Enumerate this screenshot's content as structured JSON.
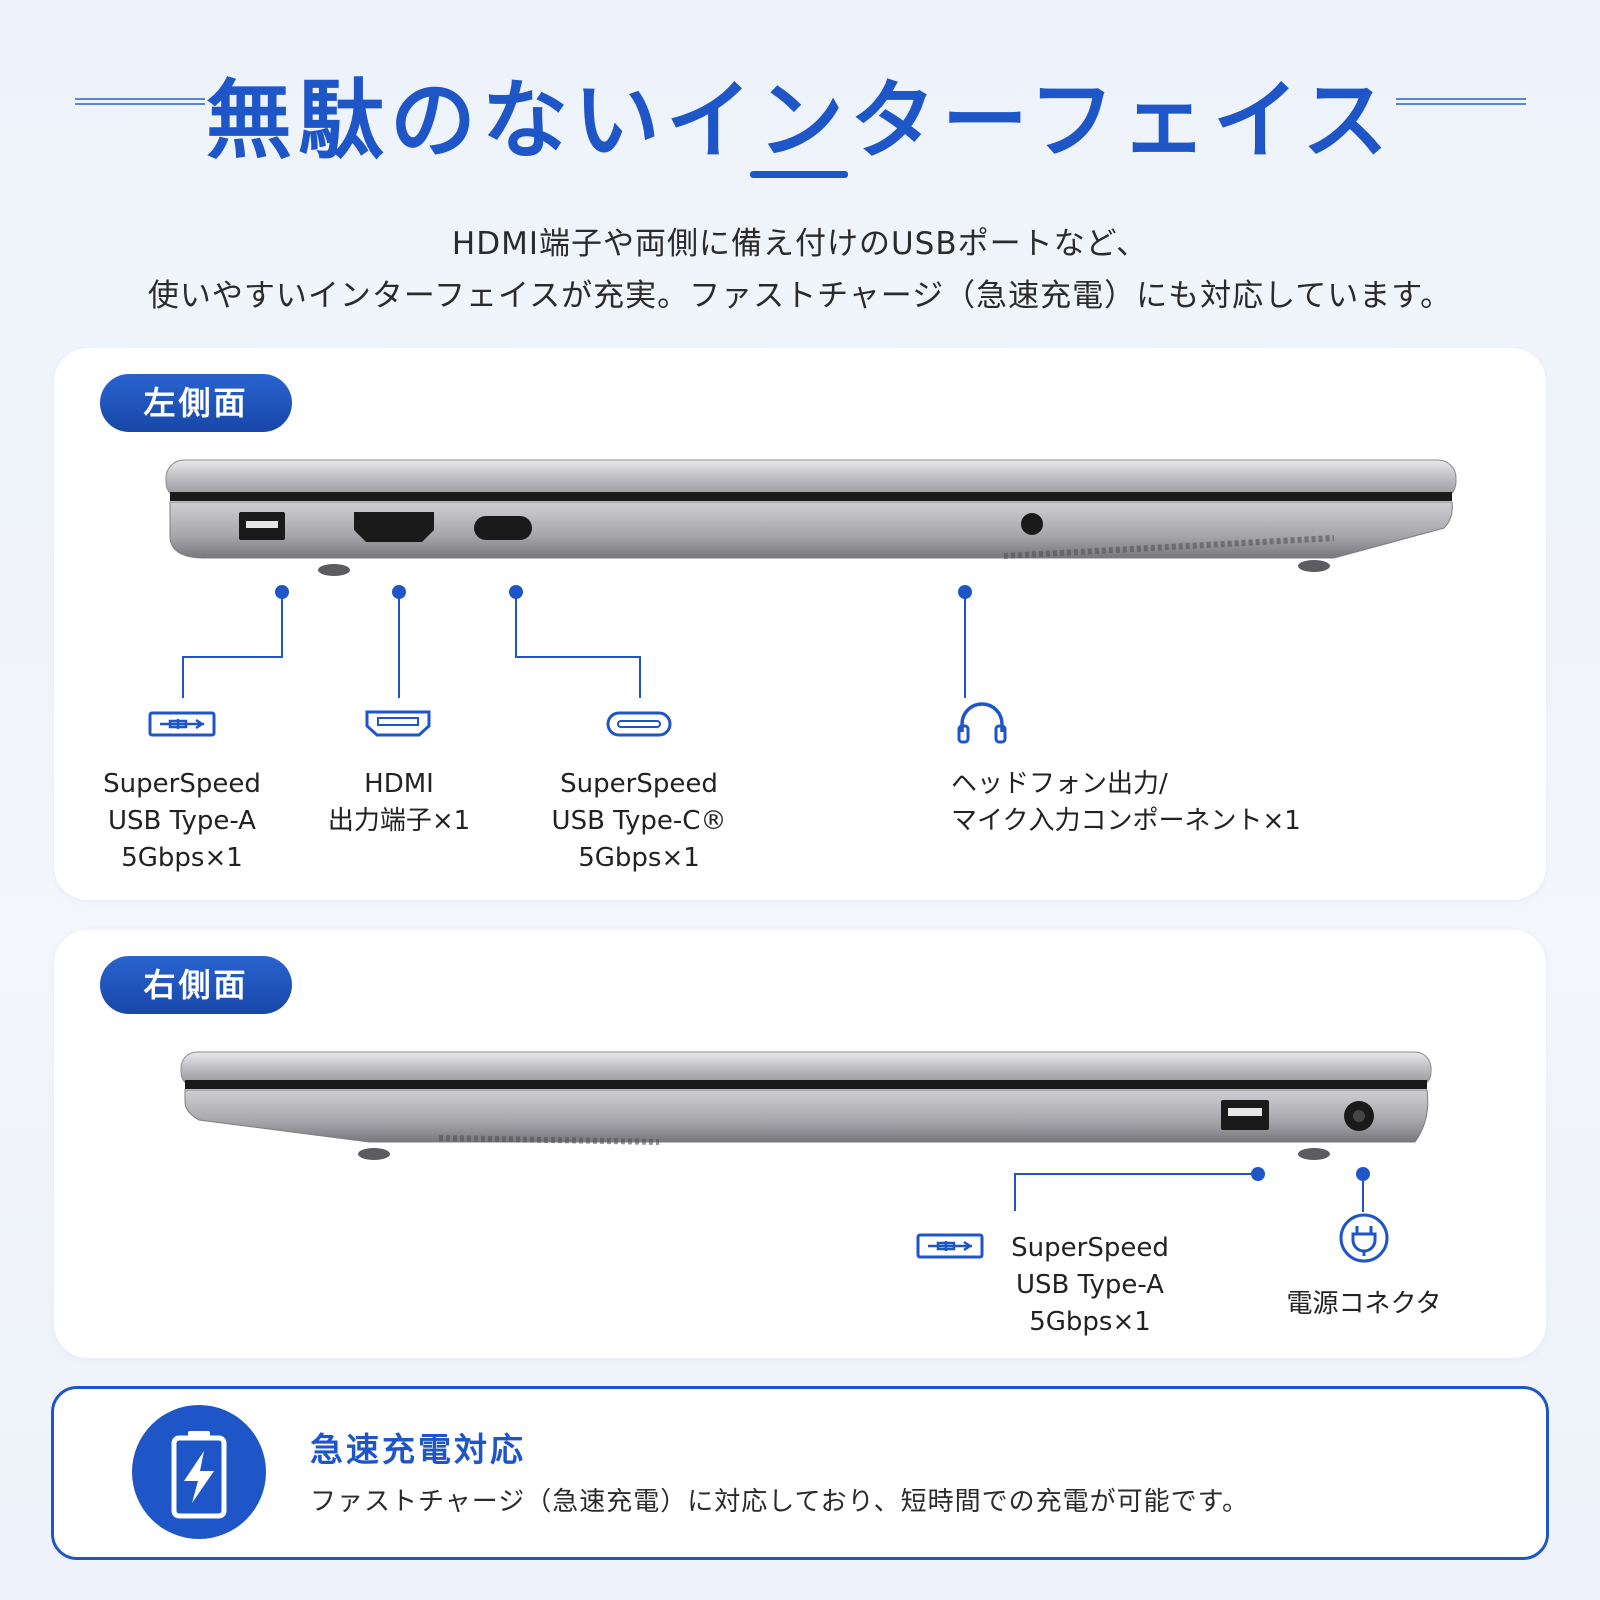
{
  "header": {
    "title": "無駄のないインターフェイス",
    "lead_line1": "HDMI端子や両側に備え付けのUSBポートなど、",
    "lead_line2": "使いやすいインターフェイスが充実。ファストチャージ（急速充電）にも対応しています。"
  },
  "left_side": {
    "label": "左側面",
    "ports": [
      {
        "icon": "usb-type-a-icon",
        "label": "SuperSpeed\nUSB Type-A\n5Gbps×1"
      },
      {
        "icon": "hdmi-icon",
        "label": "HDMI\n出力端子×1"
      },
      {
        "icon": "usb-type-c-icon",
        "label": "SuperSpeed\nUSB Type-C®\n5Gbps×1"
      },
      {
        "icon": "headphone-icon",
        "label": "ヘッドフォン出力/\nマイク入力コンポーネント×1"
      }
    ]
  },
  "right_side": {
    "label": "右側面",
    "ports": [
      {
        "icon": "usb-type-a-icon",
        "label": "SuperSpeed\nUSB Type-A\n5Gbps×1"
      },
      {
        "icon": "power-plug-icon",
        "label": "電源コネクタ"
      }
    ]
  },
  "fast_charge": {
    "icon": "battery-charging-icon",
    "title": "急速充電対応",
    "description": "ファストチャージ（急速充電）に対応しており、短時間での充電が可能です。"
  },
  "colors": {
    "accent": "#1e56c8",
    "background": "#eef3fb",
    "card": "#ffffff"
  }
}
